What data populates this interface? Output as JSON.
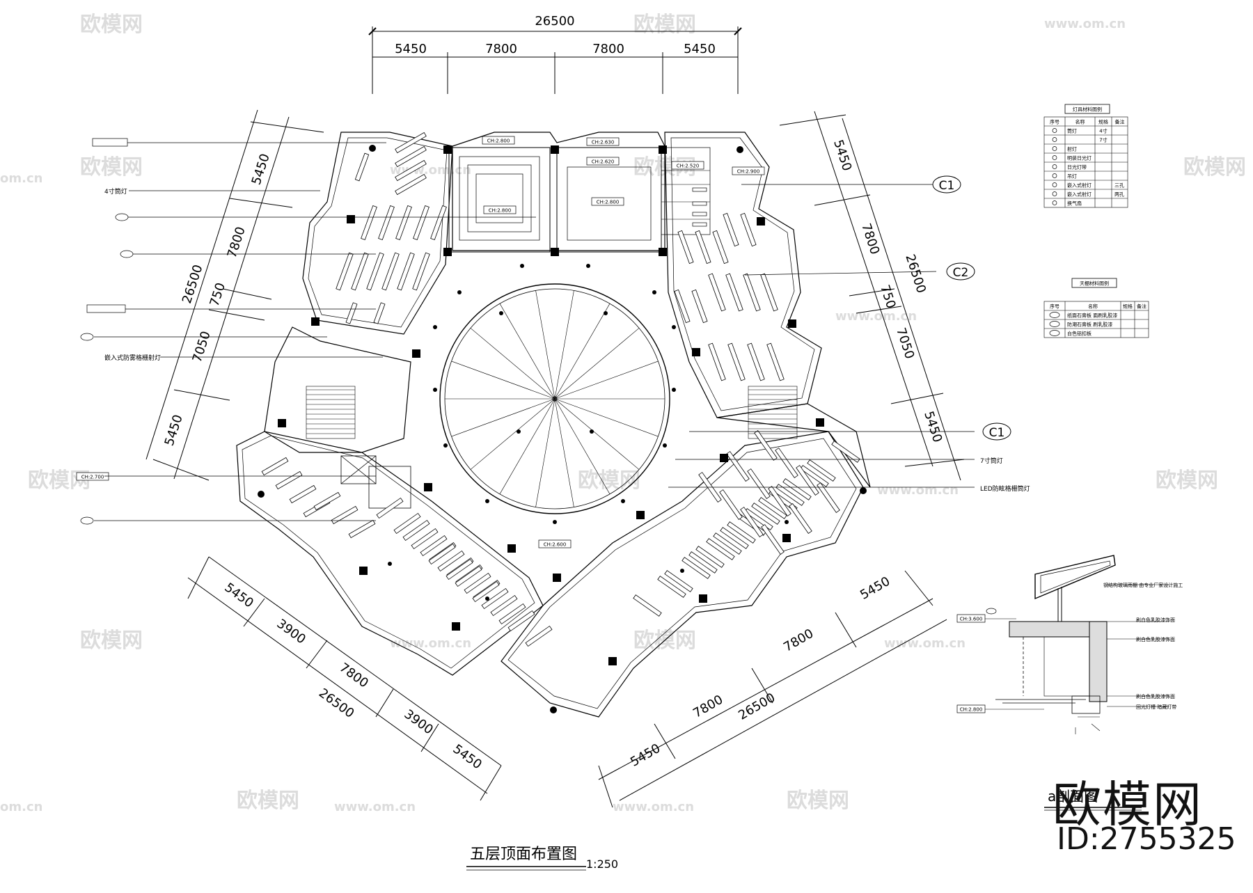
{
  "drawing": {
    "title": "五层顶面布置图",
    "scale": "1:250",
    "detail_title": "a剖面图"
  },
  "watermark": {
    "brand": "欧模网",
    "url": "www.om.cn",
    "url_short": "om.cn",
    "id": "ID:2755325"
  },
  "dimensions": {
    "top_total": "26500",
    "top_segments": [
      "5450",
      "7800",
      "7800",
      "5450"
    ],
    "left_total": "26500",
    "left_segments": [
      "5450",
      "7800",
      "750",
      "7050",
      "5450"
    ],
    "right_total": "26500",
    "right_segments": [
      "5450",
      "7800",
      "750",
      "7050",
      "5450"
    ],
    "bottom_left_total": "26500",
    "bottom_left_segments": [
      "5450",
      "3900",
      "7800",
      "3900",
      "5450"
    ],
    "bottom_right_total": "26500",
    "bottom_right_segments": [
      "5450",
      "7800",
      "5450"
    ]
  },
  "ceiling_heights": {
    "top_mid": "CH:2.800",
    "top_right": "CH:2.630",
    "inner_right": "CH:2.620",
    "far_right": "CH:2.520",
    "corner_right": "CH:2.900",
    "center_a": "CH:2.800",
    "center_b": "CH:2.800",
    "left": "CH:2.700",
    "bottom": "CH:2.600"
  },
  "callouts": {
    "c1_top": "C1",
    "c2": "C2",
    "c1_bottom": "C1",
    "note_7in": "7寸筒灯",
    "note_led": "LED防眩格栅筒灯",
    "left_notes": [
      "4寸筒灯",
      "嵌入式防雾格栅射灯"
    ]
  },
  "legend_lights": {
    "title": "灯具材料图例",
    "headers": [
      "序号",
      "名称",
      "规格",
      "备注"
    ],
    "rows": [
      {
        "name": "筒灯",
        "spec": "4寸",
        "note": ""
      },
      {
        "name": "",
        "spec": "7寸",
        "note": ""
      },
      {
        "name": "射灯",
        "spec": "",
        "note": ""
      },
      {
        "name": "明装日光灯",
        "spec": "",
        "note": ""
      },
      {
        "name": "日光灯带",
        "spec": "",
        "note": ""
      },
      {
        "name": "吊灯",
        "spec": "",
        "note": ""
      },
      {
        "name": "嵌入式射灯",
        "spec": "",
        "note": "三孔"
      },
      {
        "name": "嵌入式射灯",
        "spec": "",
        "note": "两孔"
      },
      {
        "name": "换气扇",
        "spec": "",
        "note": ""
      }
    ]
  },
  "legend_ceiling": {
    "title": "天棚材料图例",
    "headers": [
      "序号",
      "名称",
      "规格",
      "备注"
    ],
    "rows": [
      {
        "name": "纸面石膏板 面刷乳胶漆"
      },
      {
        "name": "防潮石膏板 刷乳胶漆"
      },
      {
        "name": "白色铝扣板"
      }
    ]
  },
  "section_notes": [
    "钢结构玻璃雨棚 由专业厂家设计施工",
    "刷白色乳胶漆饰面",
    "刷白色乳胶漆饰面",
    "刷白色乳胶漆饰面",
    "回光灯槽 暗藏灯带"
  ],
  "section_levels": [
    "CH:3.600",
    "CH:2.800"
  ]
}
